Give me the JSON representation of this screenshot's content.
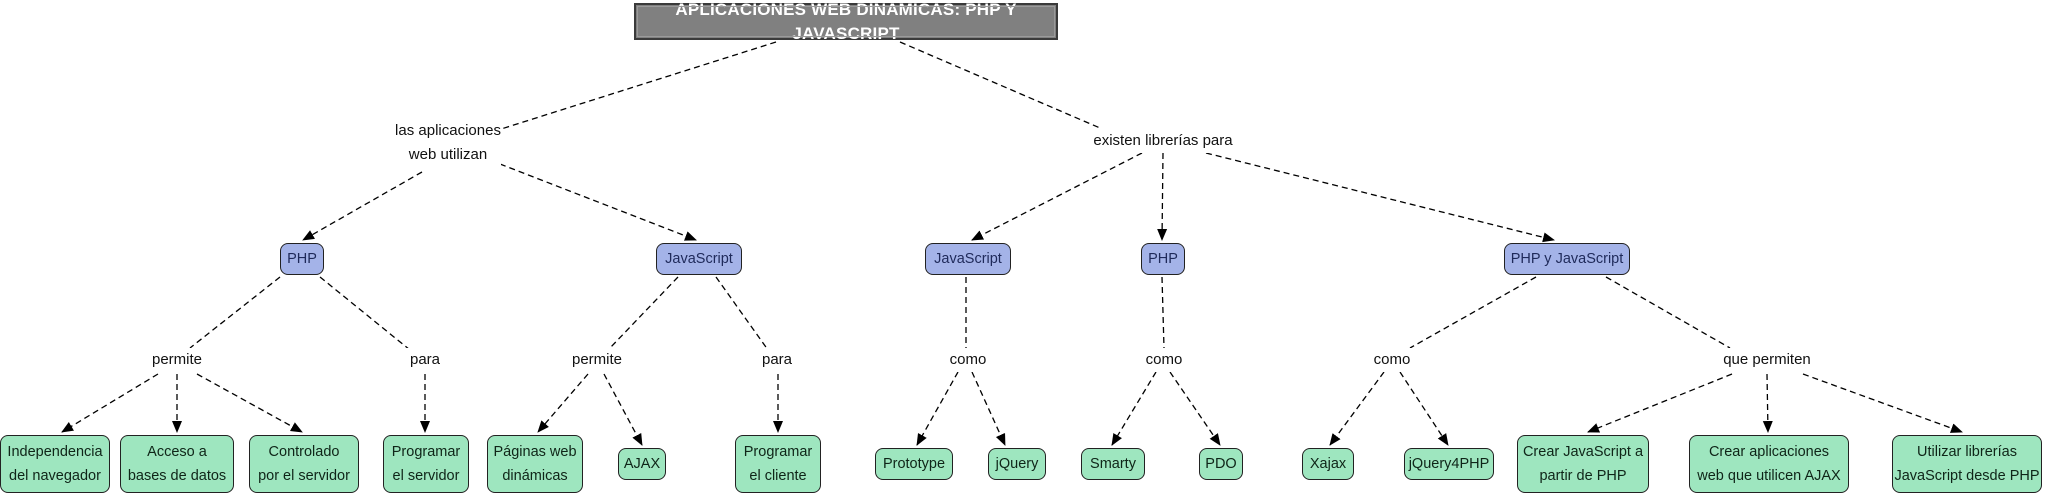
{
  "map": {
    "title": "APLICACIONES WEB DINÁMICAS: PHP Y JAVASCRIPT",
    "linking_phrases": {
      "las_aplicaciones": "las aplicaciones\nweb utilizan",
      "existen_librerias": "existen librerías para",
      "php_permite": "permite",
      "php_para": "para",
      "js_permite": "permite",
      "js_para": "para",
      "lib_js_como": "como",
      "lib_php_como": "como",
      "lib_phpjs_como": "como",
      "lib_phpjs_permiten": "que permiten"
    },
    "concepts": {
      "php": "PHP",
      "javascript": "JavaScript",
      "lib_javascript": "JavaScript",
      "lib_php": "PHP",
      "lib_php_js": "PHP y JavaScript"
    },
    "leaves": {
      "independencia": "Independencia\ndel navegador",
      "acceso": "Acceso a\nbases de datos",
      "controlado": "Controlado\npor el servidor",
      "programar_servidor": "Programar\nel servidor",
      "paginas_web": "Páginas web\ndinámicas",
      "ajax": "AJAX",
      "programar_cliente": "Programar\nel cliente",
      "prototype": "Prototype",
      "jquery": "jQuery",
      "smarty": "Smarty",
      "pdo": "PDO",
      "xajax": "Xajax",
      "jquery4php": "jQuery4PHP",
      "crear_js": "Crear JavaScript a\npartir de PHP",
      "crear_apps": "Crear aplicaciones\nweb que utilicen AJAX",
      "utilizar_librerias": "Utilizar librerías\nJavaScript desde PHP"
    },
    "colors": {
      "root_fill": "#808080",
      "concept_fill": "#a4b3e8",
      "leaf_fill": "#9ee6bf",
      "edge": "#000000"
    }
  }
}
